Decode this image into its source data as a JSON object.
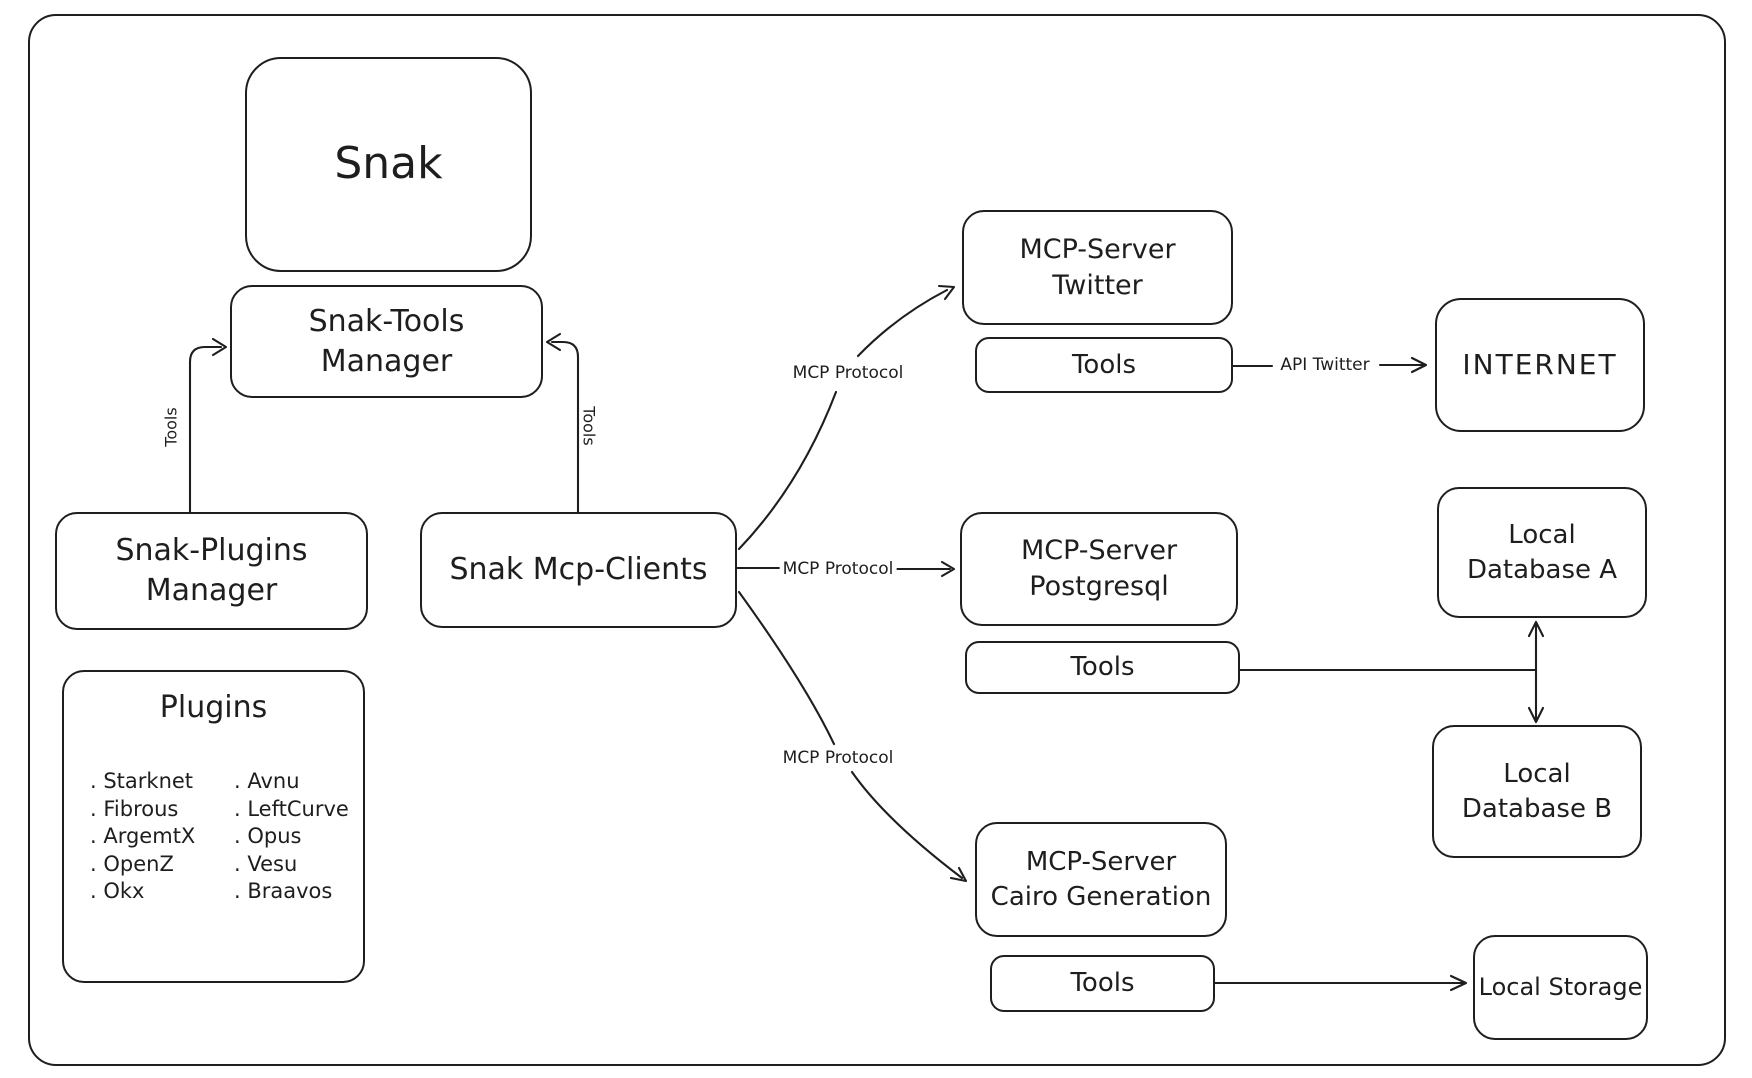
{
  "diagram": {
    "colors": {
      "stroke": "#1e1e1e",
      "background": "#ffffff"
    },
    "nodes": {
      "snak": {
        "label": "Snak"
      },
      "snak_tools_manager": {
        "line1": "Snak-Tools",
        "line2": "Manager"
      },
      "snak_plugins_manager": {
        "line1": "Snak-Plugins",
        "line2": "Manager"
      },
      "snak_mcp_clients": {
        "label": "Snak Mcp-Clients"
      },
      "plugins": {
        "title": "Plugins",
        "column1": [
          ". Starknet",
          ". Fibrous",
          ". ArgemtX",
          ". OpenZ",
          ". Okx"
        ],
        "column2": [
          ". Avnu",
          ". LeftCurve",
          ". Opus",
          ". Vesu",
          ". Braavos"
        ]
      },
      "mcp_server_twitter": {
        "line1": "MCP-Server",
        "line2": "Twitter",
        "tools_label": "Tools"
      },
      "mcp_server_postgresql": {
        "line1": "MCP-Server",
        "line2": "Postgresql",
        "tools_label": "Tools"
      },
      "mcp_server_cairo": {
        "line1": "MCP-Server",
        "line2": "Cairo Generation",
        "tools_label": "Tools"
      },
      "internet": {
        "label": "INTERNET"
      },
      "local_database_a": {
        "line1": "Local",
        "line2": "Database A"
      },
      "local_database_b": {
        "line1": "Local",
        "line2": "Database B"
      },
      "local_storage": {
        "label": "Local Storage"
      }
    },
    "edge_labels": {
      "tools_left": "Tools",
      "tools_right": "Tools",
      "mcp_protocol_top": "MCP Protocol",
      "mcp_protocol_middle": "MCP Protocol",
      "mcp_protocol_bottom": "MCP Protocol",
      "api_twitter": "API Twitter"
    }
  }
}
